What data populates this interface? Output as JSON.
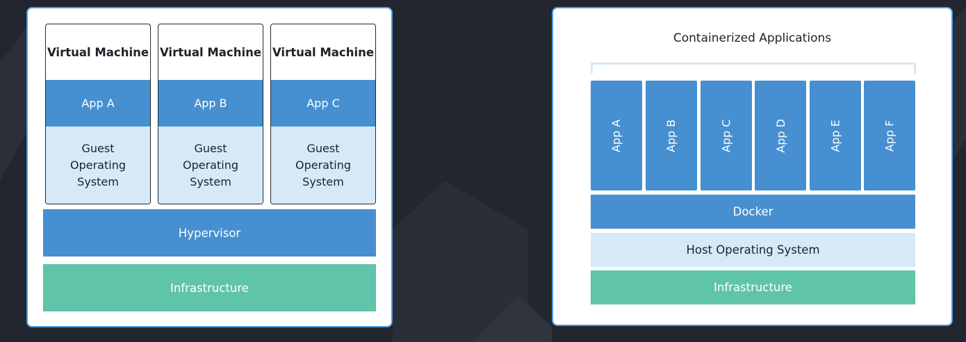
{
  "virtual_machines": {
    "machines": [
      {
        "title": "Virtual Machine",
        "app": "App A",
        "guest_os": "Guest\nOperating\nSystem"
      },
      {
        "title": "Virtual Machine",
        "app": "App B",
        "guest_os": "Guest\nOperating\nSystem"
      },
      {
        "title": "Virtual Machine",
        "app": "App C",
        "guest_os": "Guest\nOperating\nSystem"
      }
    ],
    "hypervisor": "Hypervisor",
    "infrastructure": "Infrastructure"
  },
  "containers": {
    "title": "Containerized Applications",
    "apps": [
      "App A",
      "App B",
      "App C",
      "App D",
      "App E",
      "App F"
    ],
    "docker": "Docker",
    "host_os": "Host Operating System",
    "infrastructure": "Infrastructure"
  },
  "colors": {
    "background": "#23262e",
    "panel_border": "#4e9be0",
    "app_blue": "#468fd0",
    "light_blue": "#d5e9f8",
    "infrastructure_green": "#5fc4a8"
  }
}
